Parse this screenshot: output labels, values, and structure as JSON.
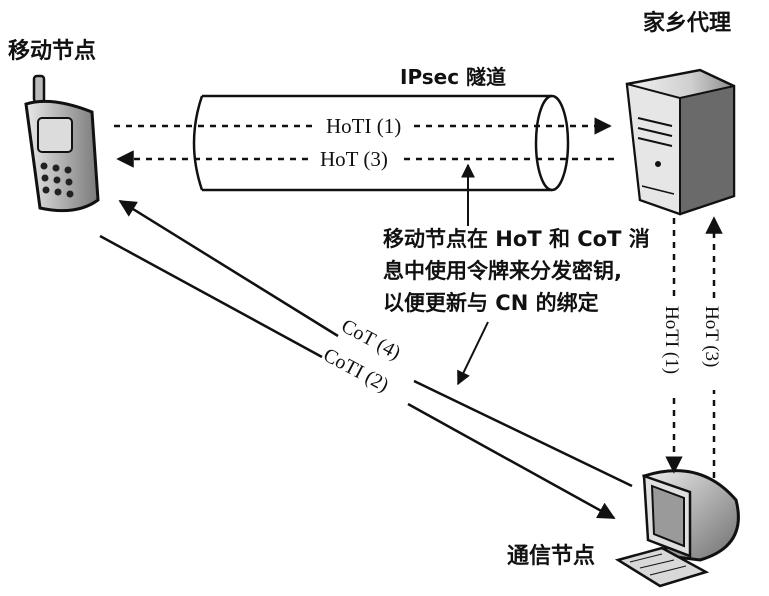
{
  "nodes": {
    "mobile": "移动节点",
    "home_agent": "家乡代理",
    "correspondent": "通信节点"
  },
  "tunnel_label": "IPsec 隧道",
  "messages": {
    "hoti_tunnel": "HoTI (1)",
    "hot_tunnel": "HoT (3)",
    "cot": "CoT (4)",
    "coti": "CoTI (2)",
    "hoti_vertical": "HoTI (1)",
    "hot_vertical": "HoT (3)"
  },
  "annotation": [
    "移动节点在 HoT 和 CoT 消",
    "息中使用令牌来分发密钥,",
    "以便更新与 CN 的绑定"
  ]
}
